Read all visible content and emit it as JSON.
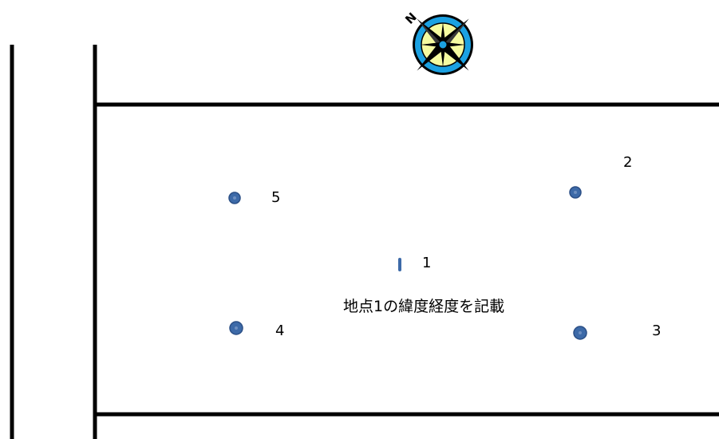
{
  "diagram": {
    "compass": {
      "north_label": "N",
      "ring_color": "#1ba1e2",
      "face_color": "#f5fba0",
      "icon": "compass-rose-icon"
    },
    "point_color": "#3d6aa8",
    "points": [
      {
        "id": "1",
        "label": "1"
      },
      {
        "id": "2",
        "label": "2"
      },
      {
        "id": "3",
        "label": "3"
      },
      {
        "id": "4",
        "label": "4"
      },
      {
        "id": "5",
        "label": "5"
      }
    ],
    "note": "地点1の緯度経度を記載"
  }
}
